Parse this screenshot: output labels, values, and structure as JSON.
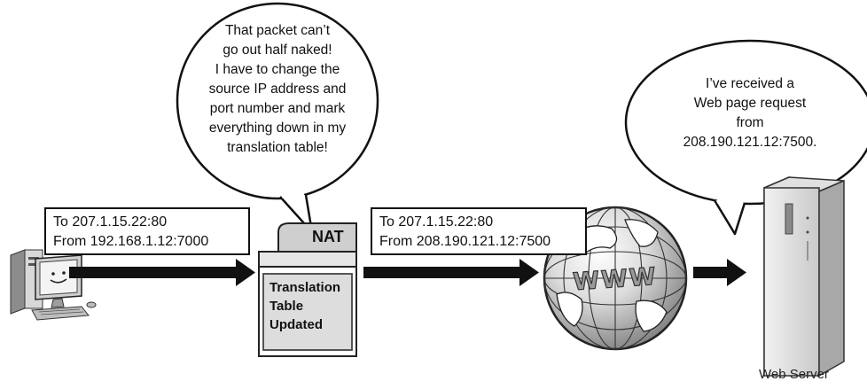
{
  "nat_bubble": {
    "lines": [
      "That packet can’t",
      "go out half naked!",
      "I have to change the",
      "source IP address and",
      "port number and mark",
      "everything down in my",
      "translation table!"
    ]
  },
  "server_bubble": {
    "lines": [
      "I’ve received a",
      "Web page request",
      "from",
      "208.190.121.12:7500."
    ]
  },
  "packet_before": {
    "to": "To 207.1.15.22:80",
    "from": "From 192.168.1.12:7000"
  },
  "packet_after": {
    "to": "To 207.1.15.22:80",
    "from": "From 208.190.121.12:7500"
  },
  "nat_device": {
    "label": "NAT",
    "table_lines": [
      "Translation",
      "Table",
      "Updated"
    ]
  },
  "globe": {
    "text": "WWW"
  },
  "server": {
    "label": "Web Server"
  }
}
